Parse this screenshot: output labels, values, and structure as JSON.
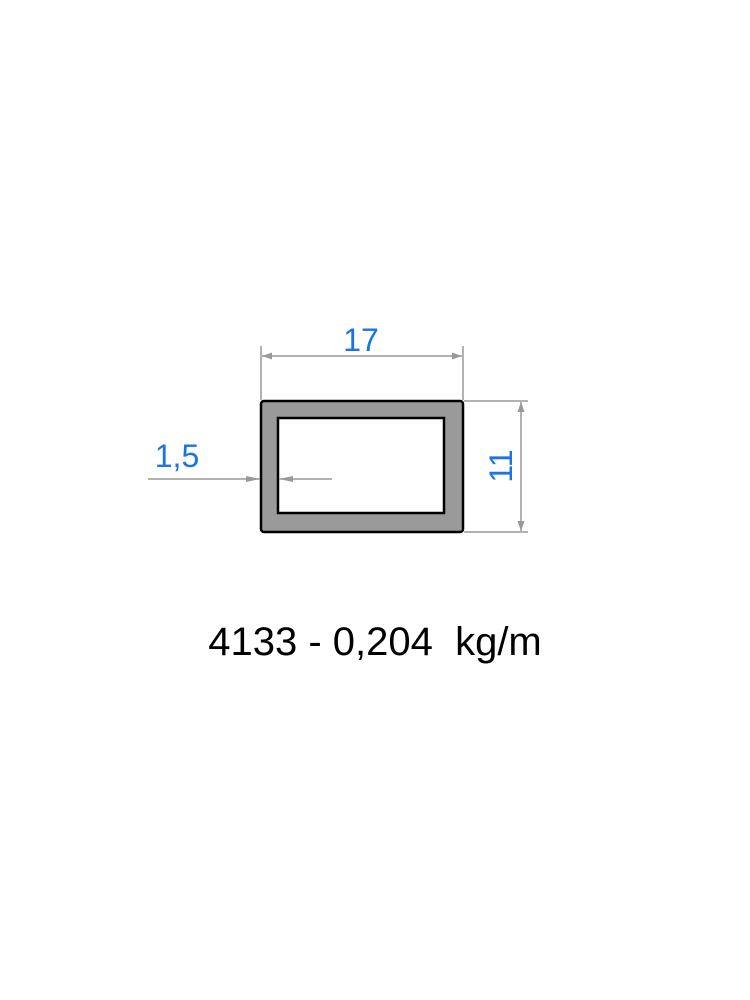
{
  "drawing": {
    "width_label": "17",
    "height_label": "11",
    "wall_label": "1,5",
    "colors": {
      "dimension_text": "#1a73e8",
      "dimension_line": "#999999",
      "profile_fill": "#9a9a9a",
      "profile_outline": "#000000"
    }
  },
  "caption": {
    "text": "4133 - 0,204  kg/m"
  }
}
